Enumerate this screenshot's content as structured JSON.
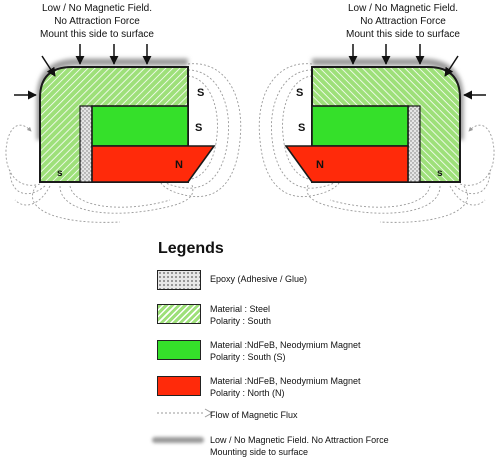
{
  "top_note": {
    "line1": "Low / No Magnetic Field.",
    "line2": "No Attraction Force",
    "line3": "Mount this side to surface"
  },
  "magnet_labels": {
    "left": {
      "steel_top": "S",
      "magnet_south": "S",
      "magnet_north": "N",
      "steel_bottom": "s"
    },
    "right": {
      "steel_top": "S",
      "magnet_south": "S",
      "magnet_north": "N",
      "steel_bottom": "s"
    }
  },
  "colors": {
    "steel_green": "#9ee07a",
    "south_green": "#35e02a",
    "north_red": "#ff2a0a",
    "epoxy_grey": "#d9d9d9",
    "shadow_grey": "#9a9a9a",
    "flux_dash": "#9a9a9a"
  },
  "legend": {
    "title": "Legends",
    "epoxy": {
      "line1": "Epoxy (Adhesive / Glue)"
    },
    "steel": {
      "line1": "Material : Steel",
      "line2": "Polarity : South"
    },
    "south": {
      "line1": "Material :NdFeB, Neodymium Magnet",
      "line2": "Polarity : South (S)"
    },
    "north": {
      "line1": "Material :NdFeB, Neodymium Magnet",
      "line2": "Polarity : North (N)"
    },
    "flux": {
      "line1": "Flow of Magnetic Flux"
    },
    "mount": {
      "line1": "Low / No Magnetic Field. No Attraction Force",
      "line2": "Mounting side to surface"
    }
  }
}
